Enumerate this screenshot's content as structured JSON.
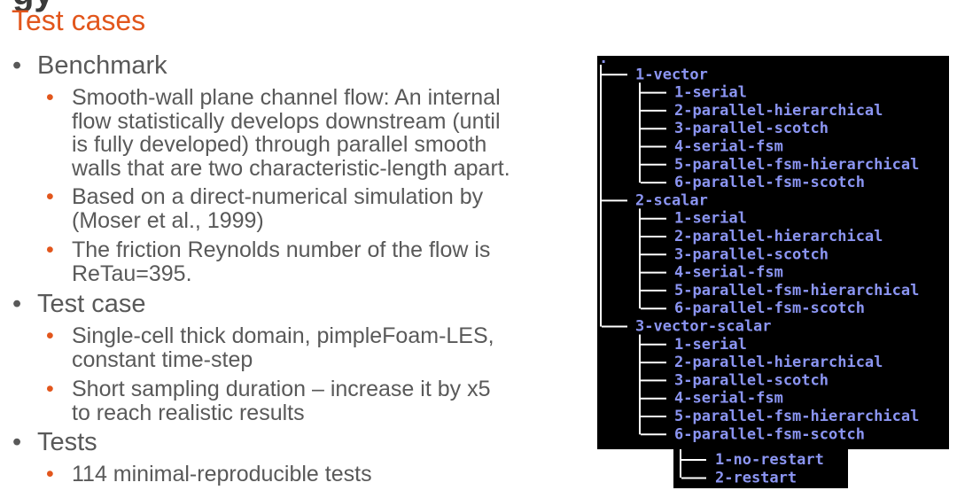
{
  "slide": {
    "title_fragment": "gy",
    "subtitle": "Test cases"
  },
  "sections": [
    {
      "heading": "Benchmark",
      "items": [
        [
          "Smooth-wall plane channel flow: An internal",
          "flow statistically develops downstream (until",
          "is fully developed) through parallel smooth",
          "walls that are two characteristic-length apart."
        ],
        [
          "Based on a direct-numerical simulation by",
          "(Moser et al., 1999)"
        ],
        [
          "The friction Reynolds number of the flow is",
          "ReTau=395."
        ]
      ]
    },
    {
      "heading": "Test case",
      "items": [
        [
          "Single-cell thick domain, pimpleFoam-LES,",
          "constant time-step"
        ],
        [
          "Short sampling duration – increase it by x5",
          "to reach realistic results"
        ]
      ]
    },
    {
      "heading": "Tests",
      "items": [
        [
          "114 minimal-reproducible tests"
        ]
      ]
    }
  ],
  "tree": {
    "root": ".",
    "groups": [
      {
        "name": "1-vector",
        "children": [
          "1-serial",
          "2-parallel-hierarchical",
          "3-parallel-scotch",
          "4-serial-fsm",
          "5-parallel-fsm-hierarchical",
          "6-parallel-fsm-scotch"
        ]
      },
      {
        "name": "2-scalar",
        "children": [
          "1-serial",
          "2-parallel-hierarchical",
          "3-parallel-scotch",
          "4-serial-fsm",
          "5-parallel-fsm-hierarchical",
          "6-parallel-fsm-scotch"
        ]
      },
      {
        "name": "3-vector-scalar",
        "children": [
          "1-serial",
          "2-parallel-hierarchical",
          "3-parallel-scotch",
          "4-serial-fsm",
          "5-parallel-fsm-hierarchical",
          "6-parallel-fsm-scotch"
        ]
      }
    ],
    "sub_children": [
      "1-no-restart",
      "2-restart"
    ],
    "colors": {
      "terminal_bg": "#000000",
      "tree_text": "#8b95f2",
      "tree_lines": "#ffffff"
    }
  },
  "colors": {
    "accent": "#e2561c",
    "body_text": "#595959"
  }
}
